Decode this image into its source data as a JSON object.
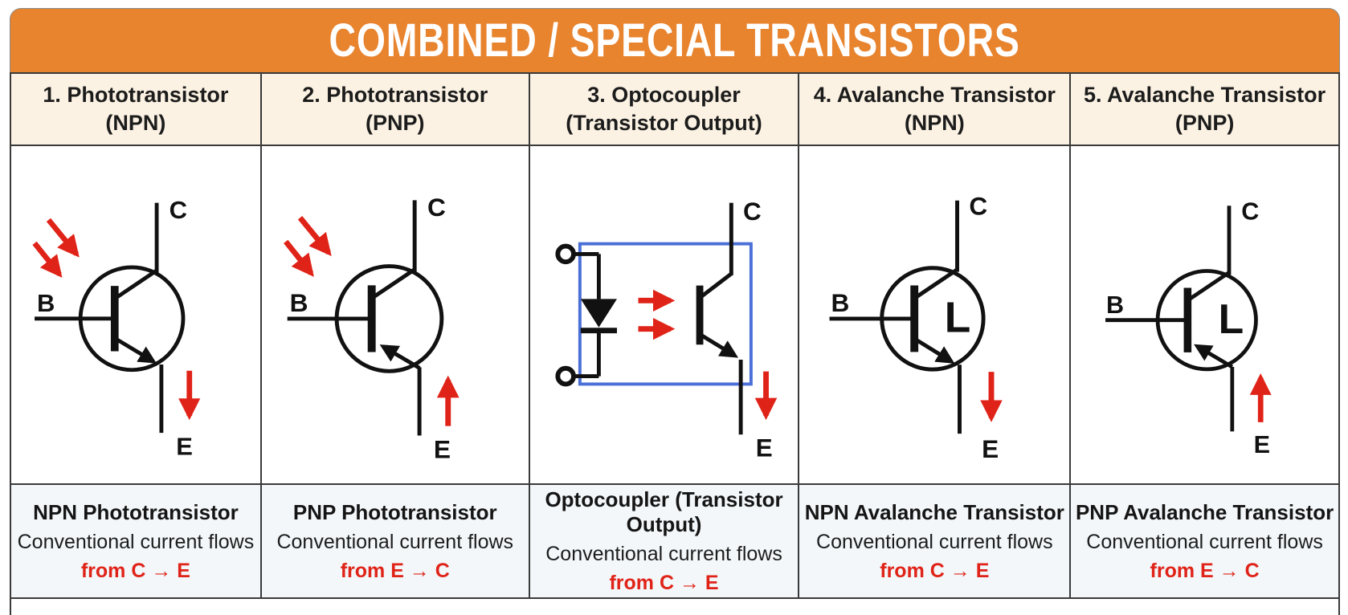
{
  "title": "COMBINED / SPECIAL TRANSISTORS",
  "colors": {
    "banner": "#E8832E",
    "header_bg": "#FBF2E3",
    "desc_bg": "#F3F7FA",
    "red": "#E02318",
    "blue": "#4A6FD6",
    "line": "#111111"
  },
  "columns": [
    {
      "header": "1. Phototransistor",
      "header_sub": "(NPN)",
      "labels": {
        "b": "B",
        "c": "C",
        "e": "E"
      },
      "desc_title": "NPN Phototransistor",
      "desc_line": "Conventional current flows",
      "flow": "from C → E"
    },
    {
      "header": "2. Phototransistor",
      "header_sub": "(PNP)",
      "labels": {
        "b": "B",
        "c": "C",
        "e": "E"
      },
      "desc_title": "PNP Phototransistor",
      "desc_line": "Conventional current flows",
      "flow": "from E → C"
    },
    {
      "header": "3. Optocoupler",
      "header_sub": "(Transistor Output)",
      "labels": {
        "c": "C",
        "e": "E"
      },
      "desc_title": "Optocoupler (Transistor Output)",
      "desc_line": "Conventional current flows",
      "flow": "from C → E"
    },
    {
      "header": "4. Avalanche Transistor",
      "header_sub": "(NPN)",
      "labels": {
        "b": "B",
        "c": "C",
        "e": "E",
        "mark": "L"
      },
      "desc_title": "NPN Avalanche Transistor",
      "desc_line": "Conventional current flows",
      "flow": "from C → E"
    },
    {
      "header": "5. Avalanche Transistor",
      "header_sub": "(PNP)",
      "labels": {
        "b": "B",
        "c": "C",
        "e": "E",
        "mark": "L"
      },
      "desc_title": "PNP Avalanche Transistor",
      "desc_line": "Conventional current flows",
      "flow": "from E → C"
    }
  ]
}
